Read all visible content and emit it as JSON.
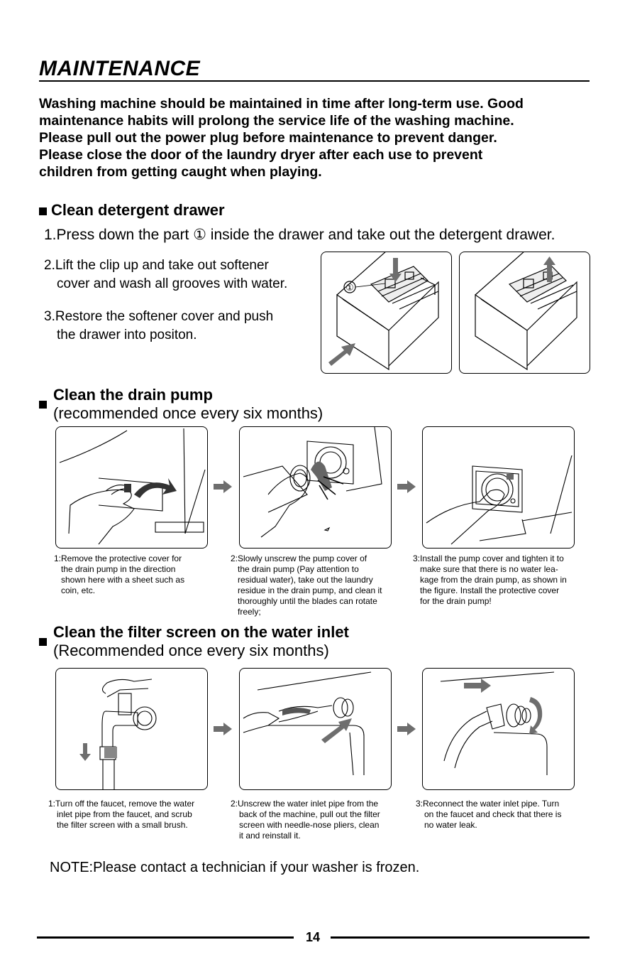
{
  "title": "MAINTENANCE",
  "intro": [
    "Washing machine should be maintained in time after long-term use. Good",
    "maintenance habits will prolong the service life of the washing machine.",
    "Please pull out the power plug before maintenance to prevent danger.",
    "Please close the door of the laundry dryer after each use to prevent",
    "children from getting caught when playing."
  ],
  "detergent": {
    "heading": "Clean detergent drawer",
    "step1": "1.Press down the part ① inside the drawer and take out the detergent drawer.",
    "step2_line1": "2.Lift the clip up and take out softener",
    "step2_line2": "cover and wash all grooves with water.",
    "step3_line1": "3.Restore the softener cover and push",
    "step3_line2": "the drawer into positon.",
    "callout": "①"
  },
  "pump": {
    "heading": "Clean the drain pump",
    "sub": "(recommended once every six months)",
    "cap1": [
      "1:Remove the protective cover for",
      "the drain pump in the direction",
      "shown here with a sheet such as",
      "coin, etc."
    ],
    "cap2": [
      "2:Slowly unscrew the pump cover of",
      "the drain pump (Pay attention to",
      "residual water), take out the laundry",
      "residue in the drain pump, and clean it",
      "thoroughly until the blades can rotate",
      "freely;"
    ],
    "cap3": [
      "3:Install the pump cover and tighten it to",
      "make sure that there is no water lea-",
      "kage from the drain pump, as shown in",
      "the figure. Install the protective cover",
      "for the drain pump!"
    ]
  },
  "filter": {
    "heading": "Clean the filter screen on the water inlet",
    "sub": "(Recommended once every six months)",
    "cap1": [
      "1:Turn off the faucet, remove the water",
      "inlet pipe from the faucet, and scrub",
      "the filter screen with a small brush."
    ],
    "cap2": [
      "2:Unscrew the water inlet pipe from the",
      "back of the machine, pull out the filter",
      "screen with needle-nose pliers, clean",
      "it and reinstall it."
    ],
    "cap3": [
      "3:Reconnect the water inlet pipe. Turn",
      "on the faucet and check that there is",
      "no water leak."
    ]
  },
  "note": "NOTE:Please contact a technician if your washer is frozen.",
  "page_number": "14",
  "colors": {
    "arrow": "#6e6e6e",
    "ink": "#000000"
  }
}
